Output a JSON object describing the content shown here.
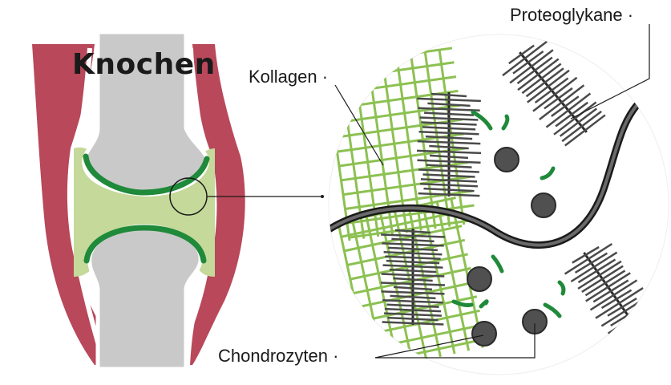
{
  "title": "Knochen",
  "labels": {
    "kollagen": "Kollagen ·",
    "proteoglykane": "Proteoglykane ·",
    "chondrozyten": "Chondrozyten ·"
  },
  "colors": {
    "muscle": "#b8485a",
    "bone": "#c9c9c9",
    "cartilage_fill": "#c4d99a",
    "cartilage_edge": "#1f8a3a",
    "collagen": "#8cc152",
    "proteoglycan": "#4a4a4a",
    "cell": "#505050"
  }
}
